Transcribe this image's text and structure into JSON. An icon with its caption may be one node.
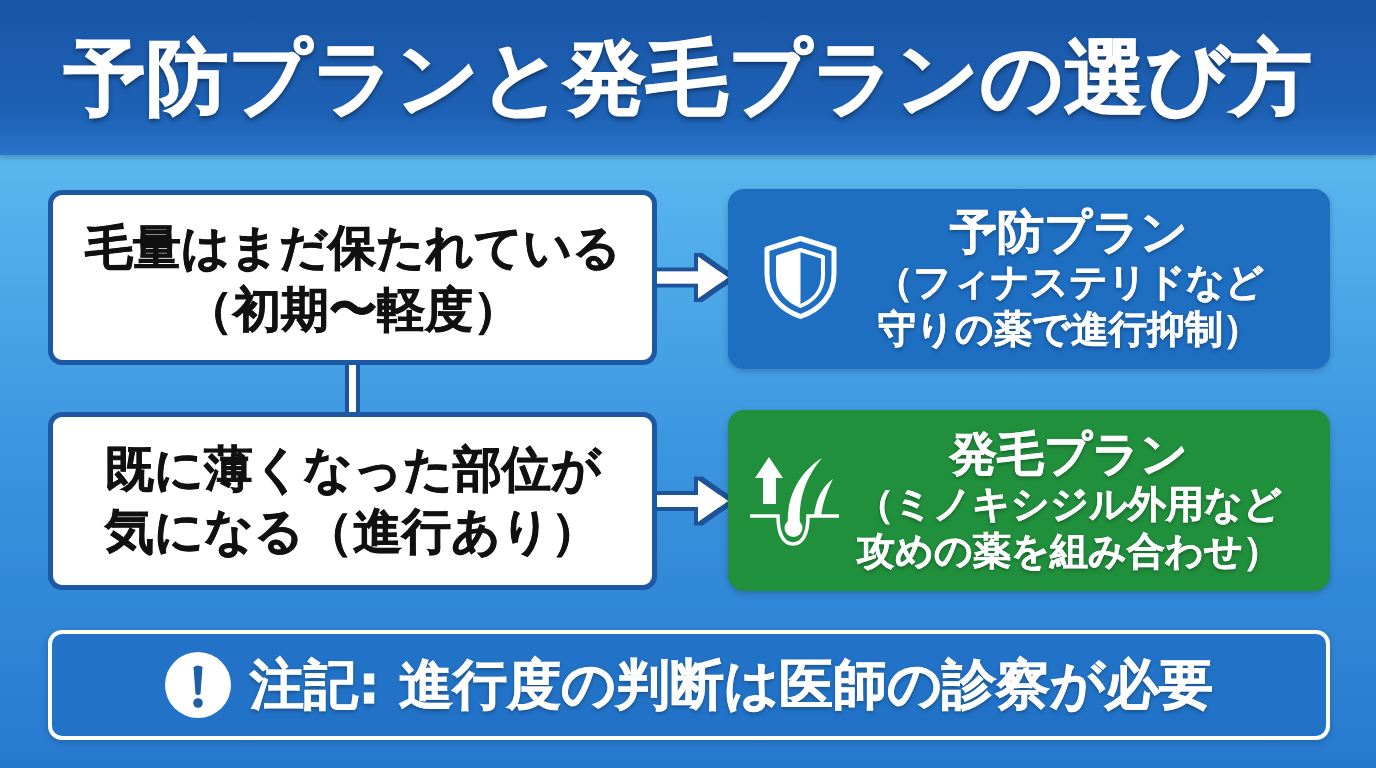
{
  "diagram": {
    "title": "予防プランと発毛プランの選び方",
    "nodes": [
      {
        "text": [
          "毛量はまだ保たれている（初期〜軽度）"
        ]
      },
      {
        "text": [
          "予防プラン",
          "（フィナステリドなど守りの薬で進行抑制）"
        ]
      },
      {
        "text": [
          "既に薄くなった部位が気になる（進行あり）"
        ]
      },
      {
        "text": [
          "発毛プラン",
          "（ミノキシジル外用など攻めの薬を組み合わせ）"
        ]
      },
      {
        "text": [
          "注記: 進行度の判断は医師の診察が必要"
        ]
      }
    ],
    "edges": [
      {
        "from": 0,
        "to": 1,
        "arrow": "to"
      },
      {
        "from": 0,
        "to": 2,
        "arrow": "none"
      },
      {
        "from": 2,
        "to": 3,
        "arrow": "to"
      }
    ]
  }
}
